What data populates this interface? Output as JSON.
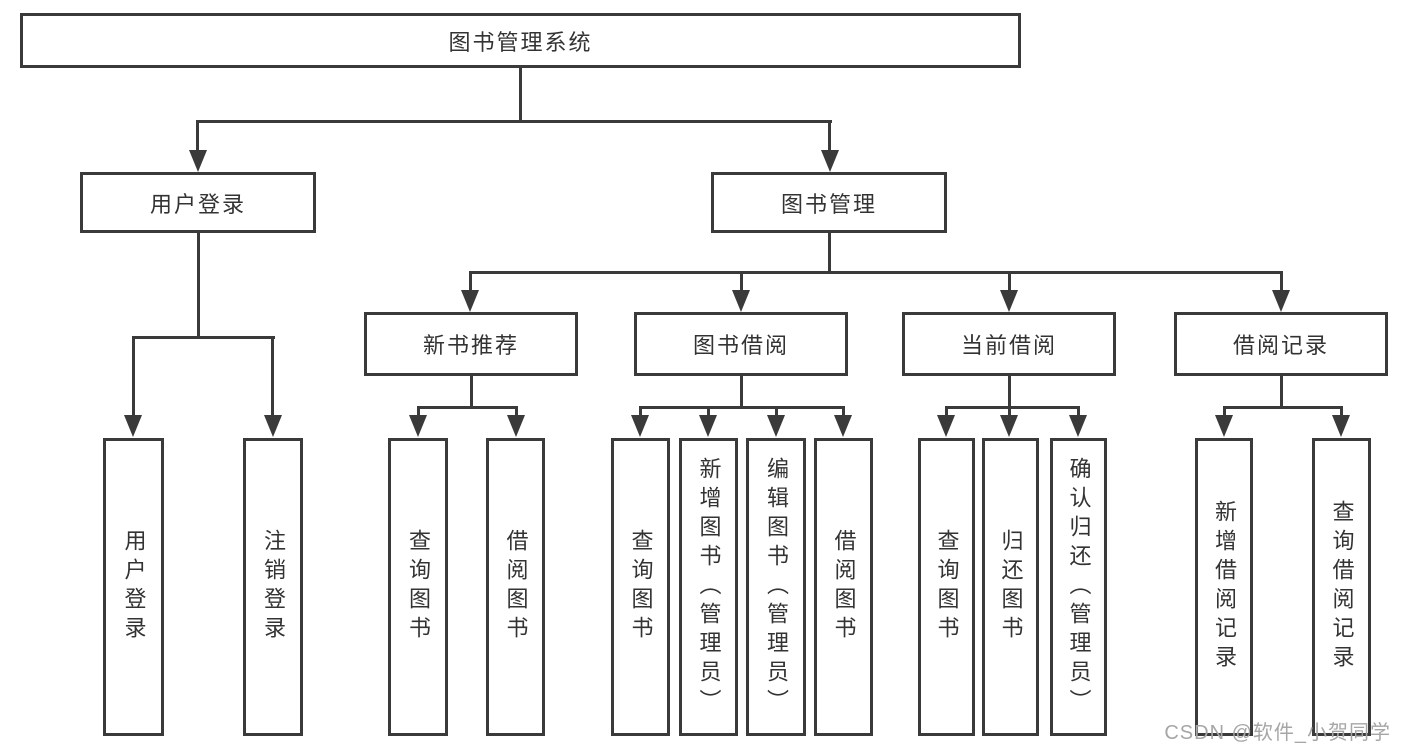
{
  "diagram": {
    "title": "图书管理系统",
    "root": {
      "label": "图书管理系统"
    },
    "level2": [
      {
        "label": "用户登录"
      },
      {
        "label": "图书管理"
      }
    ],
    "level3": [
      {
        "label": "新书推荐",
        "parent": "图书管理"
      },
      {
        "label": "图书借阅",
        "parent": "图书管理"
      },
      {
        "label": "当前借阅",
        "parent": "图书管理"
      },
      {
        "label": "借阅记录",
        "parent": "图书管理"
      }
    ],
    "leaves": [
      {
        "label": "用户登录",
        "parent": "用户登录"
      },
      {
        "label": "注销登录",
        "parent": "用户登录"
      },
      {
        "label": "查询图书",
        "parent": "新书推荐"
      },
      {
        "label": "借阅图书",
        "parent": "新书推荐"
      },
      {
        "label": "查询图书",
        "parent": "图书借阅"
      },
      {
        "label": "新增图书（管理员）",
        "parent": "图书借阅"
      },
      {
        "label": "编辑图书（管理员）",
        "parent": "图书借阅"
      },
      {
        "label": "借阅图书",
        "parent": "图书借阅"
      },
      {
        "label": "查询图书",
        "parent": "当前借阅"
      },
      {
        "label": "归还图书",
        "parent": "当前借阅"
      },
      {
        "label": "确认归还（管理员）",
        "parent": "当前借阅"
      },
      {
        "label": "新增借阅记录",
        "parent": "借阅记录"
      },
      {
        "label": "查询借阅记录",
        "parent": "借阅记录"
      }
    ]
  },
  "watermark": {
    "text": "CSDN @软件_小贺同学"
  },
  "colors": {
    "line": "#3a3a3a",
    "text": "#333333",
    "background": "#ffffff",
    "watermark": "#a6a6a6"
  }
}
